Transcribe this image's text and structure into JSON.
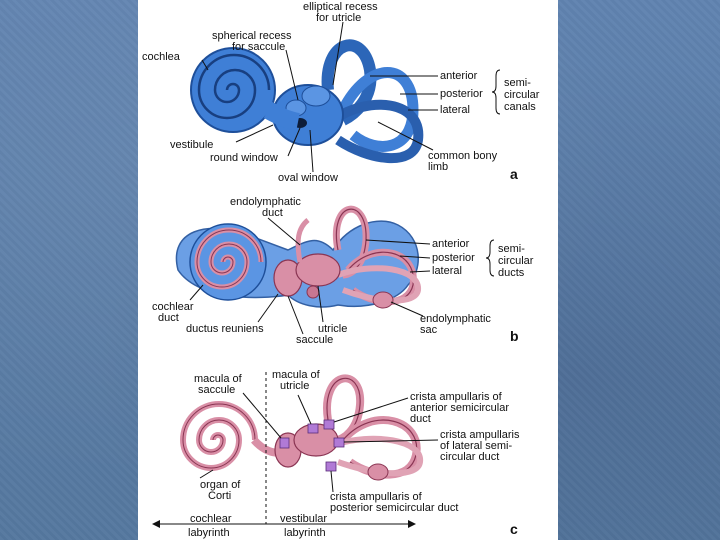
{
  "panel_a": {
    "elliptical_recess_1": "elliptical recess",
    "elliptical_recess_2": "for utricle",
    "spherical_recess_1": "spherical recess",
    "spherical_recess_2": "for saccule",
    "cochlea": "cochlea",
    "anterior": "anterior",
    "posterior": "posterior",
    "lateral": "lateral",
    "canals_1": "semi-",
    "canals_2": "circular",
    "canals_3": "canals",
    "vestibule": "vestibule",
    "round_window": "round window",
    "oval_window": "oval window",
    "common_limb_1": "common bony",
    "common_limb_2": "limb",
    "letter": "a"
  },
  "panel_b": {
    "endolymphatic_duct_1": "endolymphatic",
    "endolymphatic_duct_2": "duct",
    "anterior": "anterior",
    "posterior": "posterior",
    "lateral": "lateral",
    "ducts_1": "semi-",
    "ducts_2": "circular",
    "ducts_3": "ducts",
    "cochlear_duct_1": "cochlear",
    "cochlear_duct_2": "duct",
    "ductus_reuniens": "ductus reuniens",
    "utricle": "utricle",
    "saccule": "saccule",
    "endolymphatic_sac_1": "endolymphatic",
    "endolymphatic_sac_2": "sac",
    "letter": "b"
  },
  "panel_c": {
    "macula_saccule_1": "macula of",
    "macula_saccule_2": "saccule",
    "macula_utricle_1": "macula of",
    "macula_utricle_2": "utricle",
    "crista_anterior_1": "crista ampullaris of",
    "crista_anterior_2": "anterior semicircular",
    "crista_anterior_3": "duct",
    "crista_lateral_1": "crista ampullaris",
    "crista_lateral_2": "of lateral semi-",
    "crista_lateral_3": "circular duct",
    "organ_corti_1": "organ of",
    "organ_corti_2": "Corti",
    "crista_posterior_1": "crista ampullaris of",
    "crista_posterior_2": "posterior semicircular duct",
    "cochlear_labyrinth_1": "cochlear",
    "cochlear_labyrinth_2": "labyrinth",
    "vestibular_labyrinth_1": "vestibular",
    "vestibular_labyrinth_2": "labyrinth",
    "letter": "c"
  },
  "colors": {
    "background": "#5b7fae",
    "bony_blue": "#3f7fd6",
    "bony_dark": "#1e4f9a",
    "membranous_pink": "#d98fa6",
    "membranous_dark": "#8a3553",
    "sensory_purple": "#b07ad6"
  }
}
